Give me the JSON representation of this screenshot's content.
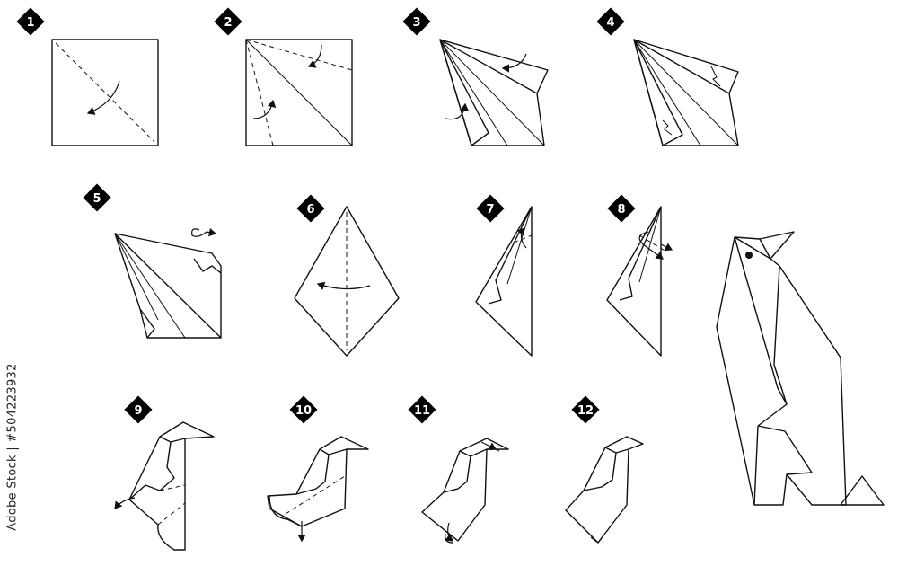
{
  "steps": [
    {
      "number": "1"
    },
    {
      "number": "2"
    },
    {
      "number": "3"
    },
    {
      "number": "4"
    },
    {
      "number": "5"
    },
    {
      "number": "6"
    },
    {
      "number": "7"
    },
    {
      "number": "8"
    },
    {
      "number": "9"
    },
    {
      "number": "10"
    },
    {
      "number": "11"
    },
    {
      "number": "12"
    }
  ],
  "watermark": "Adobe Stock | #504223932",
  "colors": {
    "line": "#111111",
    "badge": "#000000",
    "background": "#ffffff"
  }
}
